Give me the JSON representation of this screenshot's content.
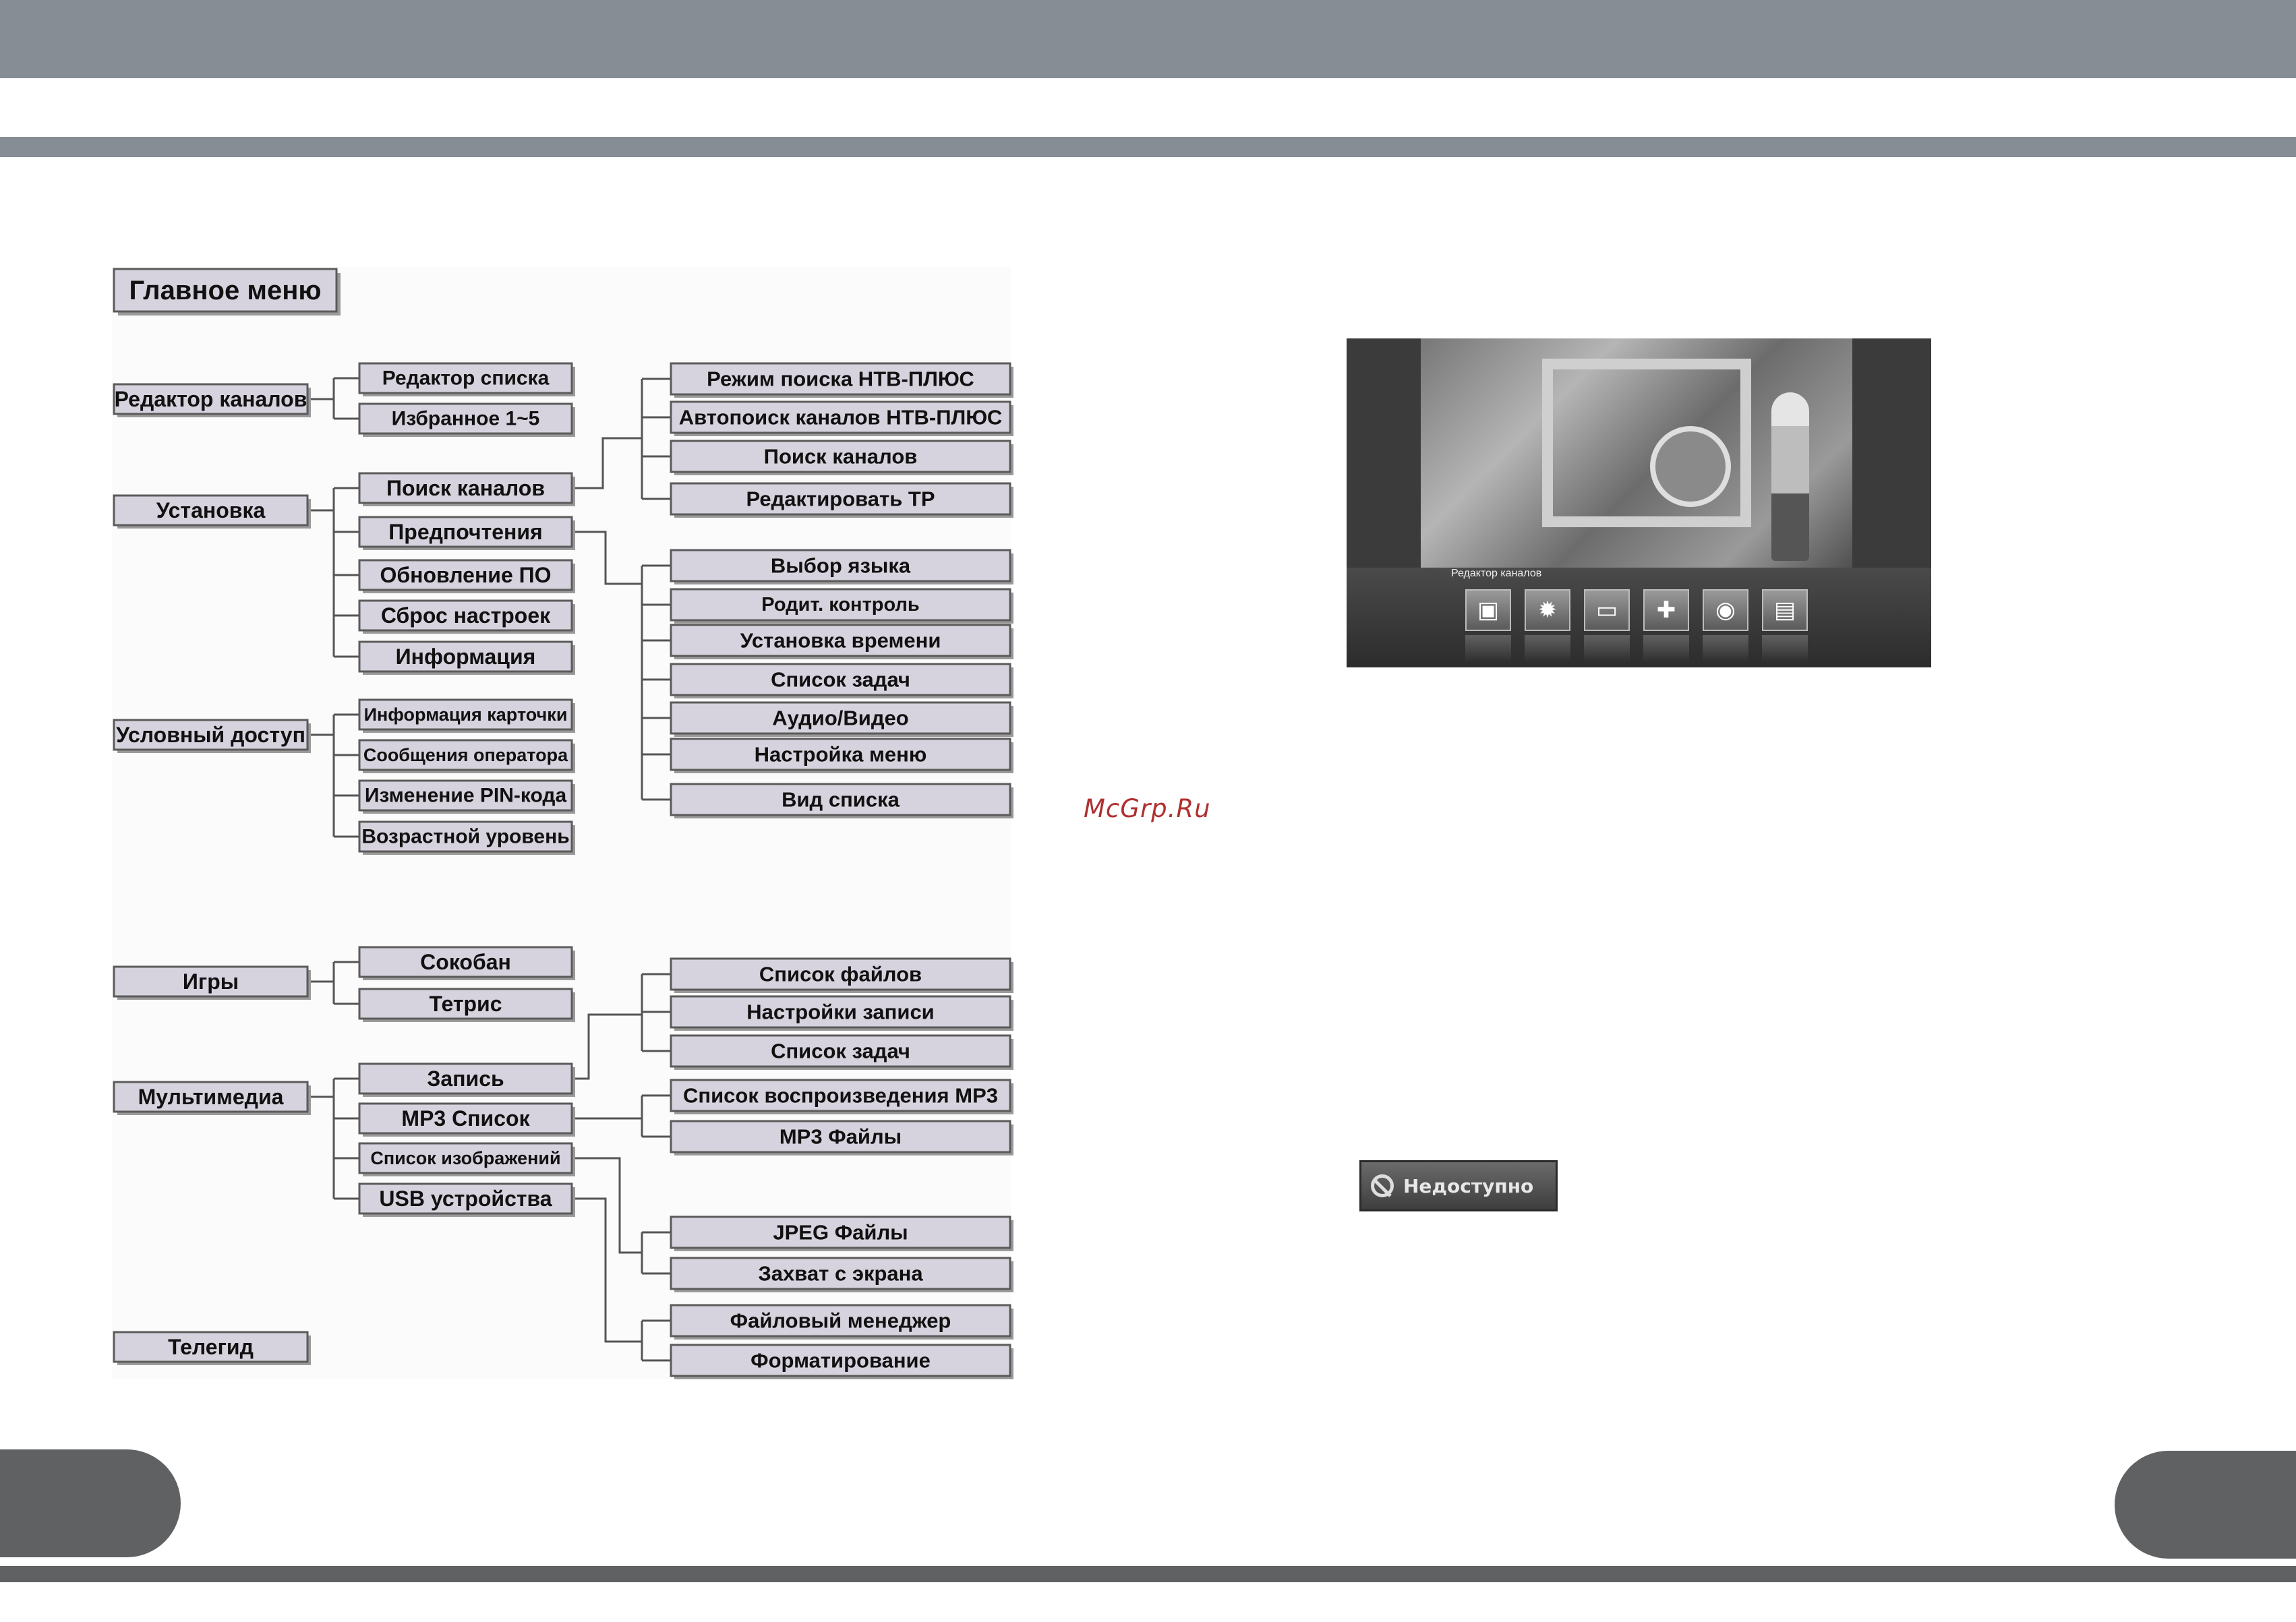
{
  "colors": {
    "band": "#878d94",
    "tab": "#5f6163",
    "box_fill": "#d7d3de",
    "watermark": "#b03030"
  },
  "diagram": {
    "title": "Главное меню",
    "level1": [
      "Редактор каналов",
      "Установка",
      "Условный доступ",
      "Игры",
      "Мультимедиа",
      "Телегид"
    ],
    "level2": [
      "Редактор списка",
      "Избранное 1~5",
      "Поиск каналов",
      "Предпочтения",
      "Обновление ПО",
      "Сброс настроек",
      "Информация",
      "Информация карточки",
      "Сообщения оператора",
      "Изменение PIN-кода",
      "Возрастной уровень",
      "Сокобан",
      "Тетрис",
      "Запись",
      "MP3 Список",
      "Список изображений",
      "USB устройства"
    ],
    "level3": [
      "Режим поиска НТВ-ПЛЮС",
      "Автопоиск каналов НТВ-ПЛЮС",
      "Поиск каналов",
      "Редактировать TP",
      "Выбор языка",
      "Родит. контроль",
      "Установка времени",
      "Список задач",
      "Аудио/Видео",
      "Настройка меню",
      "Вид списка",
      "Список файлов",
      "Настройки записи",
      "Список задач",
      "Список воспроизведения MP3",
      "MP3 Файлы",
      "JPEG Файлы",
      "Захват с экрана",
      "Файловый менеджер",
      "Форматирование"
    ]
  },
  "screenshot": {
    "caption": "Редактор каналов",
    "icons": [
      "tv-icon",
      "settings-icon",
      "card-icon",
      "gamepad-icon",
      "media-icon",
      "list-icon"
    ]
  },
  "watermark": "McGrp.Ru",
  "unavailable_label": "Недоступно"
}
